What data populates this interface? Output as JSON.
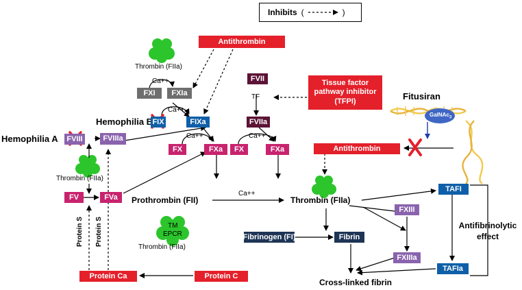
{
  "legend": {
    "label": "Inhibits",
    "paren_open": "(",
    "paren_close": ")"
  },
  "colors": {
    "red": "#e4202a",
    "magenta": "#c8236e",
    "blue": "#0f5fa8",
    "purple": "#8a63ad",
    "gray": "#6e6e6e",
    "maroon": "#5c1336",
    "navy": "#1f3556",
    "green": "#2cc52c",
    "dna_yellow": "#f2c94c",
    "cross_red": "#e4202a"
  },
  "nodes": {
    "antithrombin_top": "Antithrombin",
    "thrombin_label_top": "Thrombin (FIIa)",
    "ca_1": "Ca++",
    "fxi": "FXI",
    "fxia": "FXIa",
    "fvii": "FVII",
    "tf": "TF",
    "fviia": "FVIIa",
    "tfpi": "Tissue factor pathway inhibitor (TFPI)",
    "fitusiran": "Fitusiran",
    "galnac": "GalNAc",
    "galnac_sub": "3",
    "hemophilia_b": "Hemophilia B",
    "ca_2": "Ca++",
    "fix": "FIX",
    "fixa": "FIXa",
    "hemophilia_a": "Hemophilia A",
    "fviii": "FVIII",
    "fviiia": "FVIIIa",
    "fx_1": "FX",
    "ca_3": "Ca++",
    "fxa_1": "FXa",
    "fx_2": "FX",
    "ca_4": "Ca++",
    "fxa_2": "FXa",
    "antithrombin_mid": "Antithrombin",
    "thrombin_label_mid": "Thrombin (FIIa)",
    "fv": "FV",
    "fva": "FVa",
    "prothrombin": "Prothrombin (FII)",
    "ca_5": "Ca++",
    "thrombin_main": "Thrombin (FIIa)",
    "tafi": "TAFI",
    "fxiii": "FXIII",
    "antifibrinolytic": "Antifibrinolytic effect",
    "fibrinogen": "Fibrinogen (FI)",
    "fibrin": "Fibrin",
    "fxiiia": "FXIIIa",
    "tafia": "TAFIa",
    "protein_s_1": "Protein S",
    "protein_s_2": "Protein S",
    "tm_epcr_1": "TM",
    "tm_epcr_2": "EPCR",
    "thrombin_label_bottom": "Thrombin (FIIa)",
    "protein_ca": "Protein Ca",
    "protein_c": "Protein C",
    "cross_linked": "Cross-linked fibrin"
  }
}
